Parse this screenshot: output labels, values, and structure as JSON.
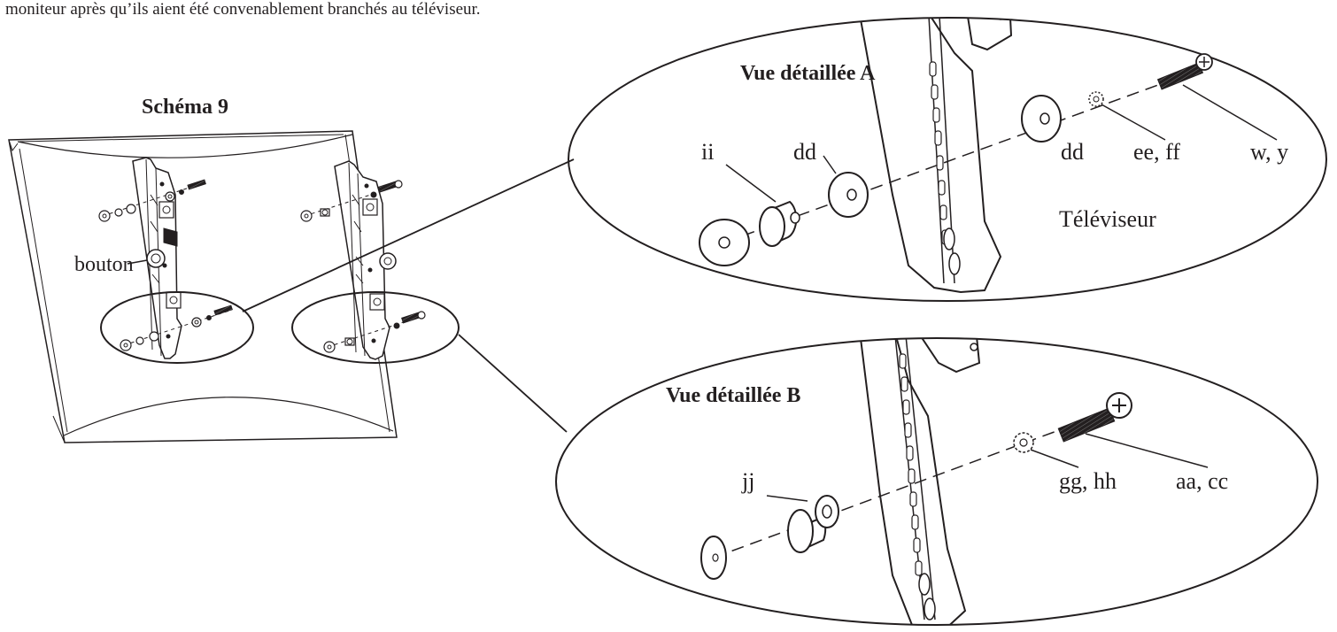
{
  "intro_text": "moniteur après qu’ils aient été convenablement branchés au téléviseur.",
  "figure_title": "Schéma 9",
  "overview": {
    "knob_label": "bouton"
  },
  "detail_a": {
    "title": "Vue détaillée A",
    "labels": {
      "spacer": "ii",
      "washer_left": "dd",
      "washer_right": "dd",
      "lock_washer": "ee, ff",
      "screw": "w, y",
      "tv": "Téléviseur"
    }
  },
  "detail_b": {
    "title": "Vue détaillée B",
    "labels": {
      "spacer": "jj",
      "lock_washer": "gg, hh",
      "screw": "aa, cc"
    }
  }
}
